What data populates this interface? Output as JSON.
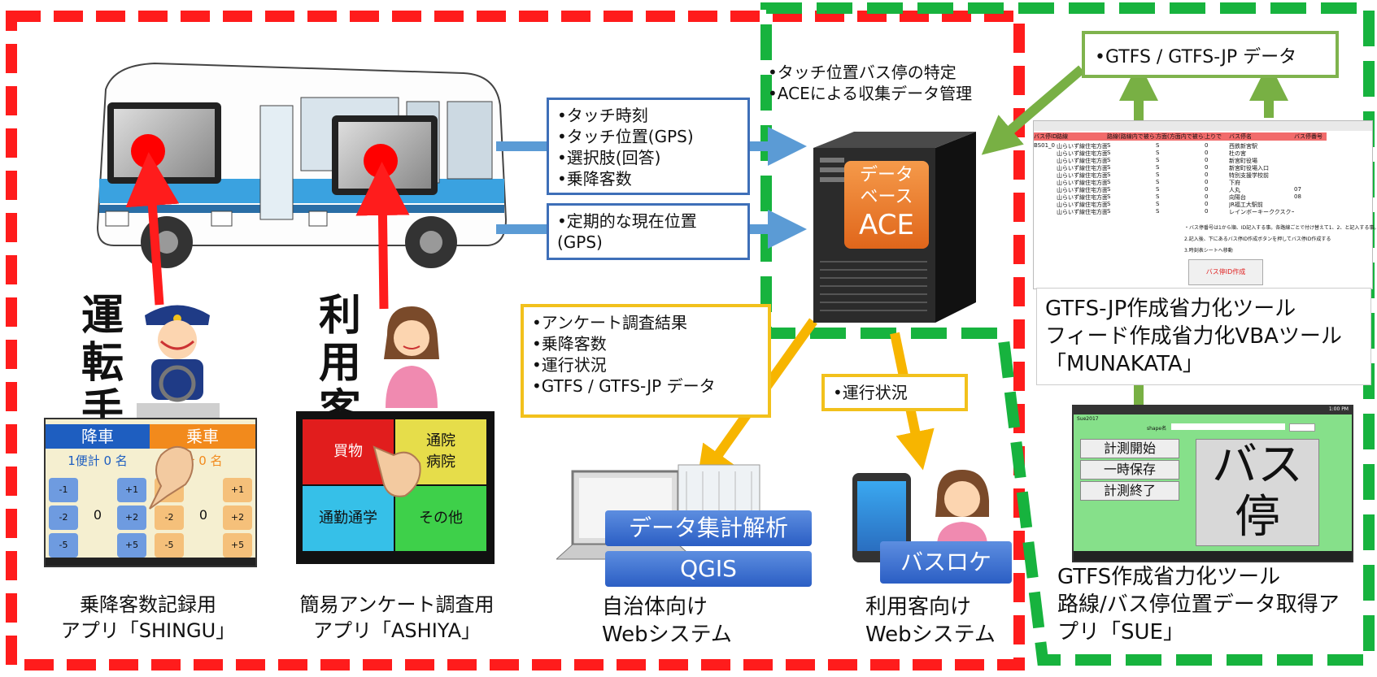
{
  "bus_outputs": {
    "box1": [
      "•タッチ時刻",
      "•タッチ位置(GPS)",
      "•選択肢(回答)",
      "•乗降客数"
    ],
    "box2": [
      "•定期的な現在位置",
      "(GPS)"
    ]
  },
  "server": {
    "notes": [
      "•タッチ位置バス停の特定",
      "•ACEによる収集データ管理"
    ],
    "db_label": [
      "データ",
      "ベース",
      "ACE"
    ]
  },
  "municipal_data": [
    "•アンケート調査結果",
    "•乗降客数",
    "•運行状況",
    "•GTFS / GTFS-JP データ"
  ],
  "passenger_data": [
    "•運行状況"
  ],
  "gtfs_box": "•GTFS / GTFS-JP データ",
  "driver_label": [
    "運",
    "転",
    "手"
  ],
  "passenger_label": [
    "利",
    "用",
    "客"
  ],
  "shingu_app": {
    "tab_alight": "降車",
    "tab_board": "乗車",
    "left_count": "1便計 0 名",
    "right_count": "計 0 名",
    "left_buttons": [
      "-1",
      "-2",
      "-5"
    ],
    "right_buttons_a": [
      "+1",
      "+2",
      "+5"
    ],
    "center_a": "0",
    "left_buttons_b": [
      "-1",
      "-2",
      "-5"
    ],
    "right_buttons_b": [
      "+1",
      "+2",
      "+5"
    ],
    "center_b": "0"
  },
  "ashiya_app": {
    "cells": [
      "買物",
      "通院\n病院",
      "通勤通学",
      "その他"
    ]
  },
  "captions": {
    "shingu": [
      "乗降客数記録用",
      "アプリ「SHINGU」"
    ],
    "ashiya": [
      "簡易アンケート調査用",
      "アプリ「ASHIYA」"
    ],
    "municipal": [
      "自治体向け",
      "Webシステム"
    ],
    "passenger": [
      "利用客向け",
      "Webシステム"
    ],
    "munakata": [
      "GTFS-JP作成省力化ツール",
      "フィード作成省力化VBAツール",
      "「MUNAKATA」"
    ],
    "sue": [
      "GTFS作成省力化ツール",
      "路線/バス停位置データ取得ア",
      "プリ「SUE」"
    ]
  },
  "buttons": {
    "analysis": "データ集計解析",
    "qgis": "QGIS",
    "busloca": "バスロケ"
  },
  "sue_app": {
    "title": "Sue2017",
    "shape_label": "shape名",
    "btn_start": "計測開始",
    "btn_pause": "一時保存",
    "btn_end": "計測終了",
    "big": [
      "バス",
      "停"
    ],
    "status": "1:00 PM"
  },
  "sheet": {
    "headers": [
      "バス停ID",
      "路線",
      "路線(路線内で被らない文字や数値)",
      "方面(方面内で被らない文字や数値)",
      "上りで",
      "バス停名",
      "バス停番号"
    ],
    "rows": [
      [
        "BS01_0",
        "山らいず線住宅方面行",
        "S",
        "S",
        "0",
        "西鉄新宮駅",
        ""
      ],
      [
        "",
        "山らいず線住宅方面行",
        "S",
        "S",
        "0",
        "杜の宮",
        ""
      ],
      [
        "",
        "山らいず線住宅方面行",
        "S",
        "S",
        "0",
        "新宮町役場",
        ""
      ],
      [
        "",
        "山らいず線住宅方面行",
        "S",
        "S",
        "0",
        "新宮町役場入口",
        ""
      ],
      [
        "",
        "山らいず線住宅方面行",
        "S",
        "S",
        "0",
        "特別支援学校前",
        ""
      ],
      [
        "",
        "山らいず線住宅方面行",
        "S",
        "S",
        "0",
        "下府",
        ""
      ],
      [
        "",
        "山らいず線住宅方面行",
        "S",
        "S",
        "0",
        "人丸",
        "07"
      ],
      [
        "",
        "山らいず線住宅方面行",
        "S",
        "S",
        "0",
        "向陽台",
        "08"
      ],
      [
        "",
        "山らいず線住宅方面行",
        "S",
        "S",
        "0",
        "JR福工大駅前",
        ""
      ],
      [
        "",
        "山らいず線住宅方面行",
        "S",
        "S",
        "0",
        "レインボーキーククスクール前",
        ""
      ]
    ],
    "note1": "・バス停番号は1から順、ID記入する事。各路線ごとで付け替えて1、2、と記入する事。",
    "note2": "2.記入後、下にあるバス停ID作成ボタンを押してバス停ID作成する",
    "note3": "3.時刻表シートへ移動",
    "button": "バス停ID作成"
  },
  "colors": {
    "red_dash": "#ff1c1c",
    "green_dash": "#17b33e",
    "blue_arrow": "#5b9bd5",
    "yellow_arrow": "#f7b500",
    "green_arrow": "#78b044",
    "ace_orange": "#f07c2a"
  }
}
